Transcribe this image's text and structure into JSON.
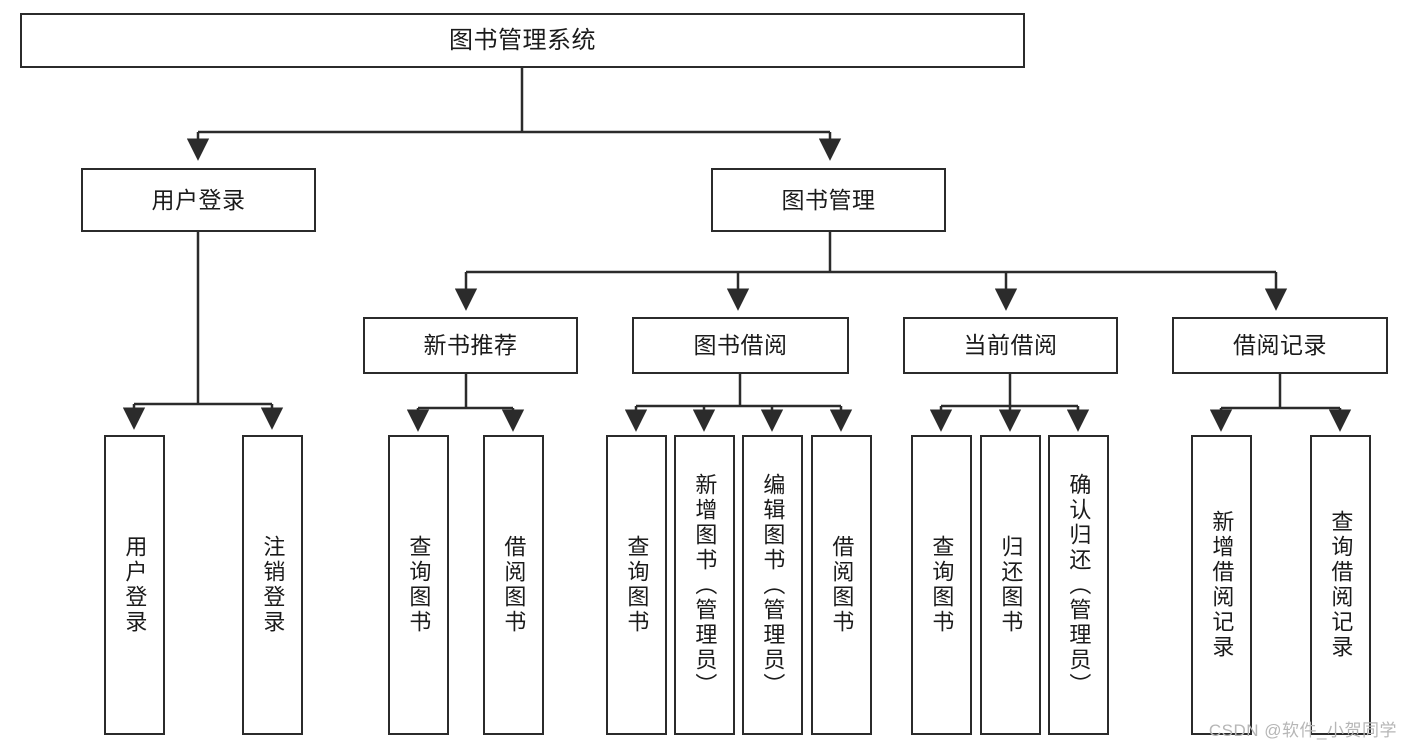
{
  "diagram": {
    "title": "图书管理系统",
    "watermark": "CSDN @软件_小贺同学",
    "line_color": "#2b2b2b",
    "text_color": "#1b1b1b",
    "background": "#ffffff",
    "nodes": {
      "root": "图书管理系统",
      "level2": [
        "用户登录",
        "图书管理"
      ],
      "level3": [
        "新书推荐",
        "图书借阅",
        "当前借阅",
        "借阅记录"
      ],
      "leaves": {
        "user_login": [
          "用户登录",
          "注销登录"
        ],
        "new_book_recommend": [
          "查询图书",
          "借阅图书"
        ],
        "book_borrow": [
          "查询图书",
          "新增图书（管理员）",
          "编辑图书（管理员）",
          "借阅图书"
        ],
        "current_borrow": [
          "查询图书",
          "归还图书",
          "确认归还（管理员）"
        ],
        "borrow_record": [
          "新增借阅记录",
          "查询借阅记录"
        ]
      }
    }
  }
}
